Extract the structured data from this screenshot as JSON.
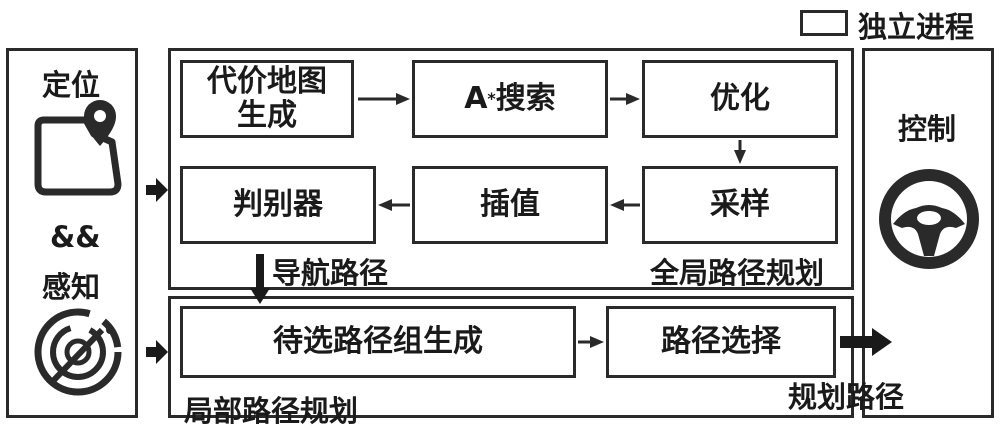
{
  "legend": {
    "label": "独立进程"
  },
  "left_panel": {
    "localization": "定位",
    "and": "&&",
    "perception": "感知"
  },
  "global_planning": {
    "title": "全局路径规划",
    "boxes": {
      "cost_map": "代价地图\n生成",
      "a_star": "A",
      "a_star_sup": "*",
      "a_star_tail": " 搜索",
      "optimize": "优化",
      "sampling": "采样",
      "interpolation": "插值",
      "discriminator": "判别器"
    }
  },
  "nav_path": "导航路径",
  "local_planning": {
    "title": "局部路径规划",
    "boxes": {
      "candidates": "待选路径组生成",
      "selection": "路径选择"
    }
  },
  "control": {
    "label": "控制"
  },
  "output": "规划路径",
  "icons": {
    "localization": "map-pin-icon",
    "perception": "radar-icon",
    "control": "steering-wheel-icon"
  },
  "colors": {
    "line": "#2a2a2a",
    "text": "#1a1a1a"
  }
}
